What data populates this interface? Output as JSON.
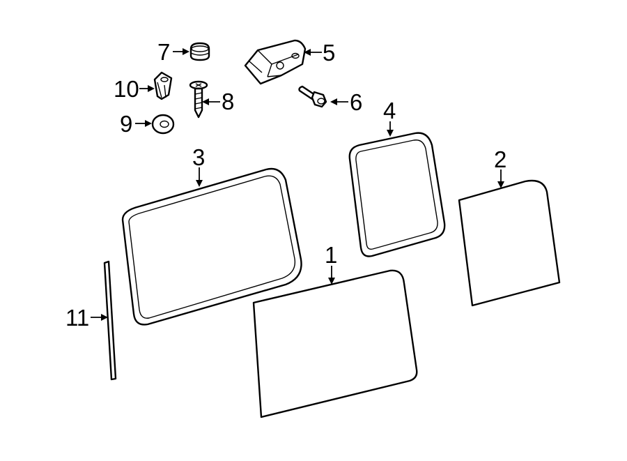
{
  "diagram": {
    "background": "#ffffff",
    "line_color": "#000000",
    "callouts": [
      {
        "id": "1",
        "text": "1",
        "part": "glass-panel"
      },
      {
        "id": "2",
        "text": "2",
        "part": "glass-panel"
      },
      {
        "id": "3",
        "text": "3",
        "part": "glass-with-seal-frame"
      },
      {
        "id": "4",
        "text": "4",
        "part": "glass-with-seal-frame"
      },
      {
        "id": "5",
        "text": "5",
        "part": "mounting-bracket"
      },
      {
        "id": "6",
        "text": "6",
        "part": "bolt"
      },
      {
        "id": "7",
        "text": "7",
        "part": "cap-nut"
      },
      {
        "id": "8",
        "text": "8",
        "part": "screw"
      },
      {
        "id": "9",
        "text": "9",
        "part": "washer"
      },
      {
        "id": "10",
        "text": "10",
        "part": "clip-nut"
      },
      {
        "id": "11",
        "text": "11",
        "part": "trim-molding-strip"
      }
    ]
  }
}
